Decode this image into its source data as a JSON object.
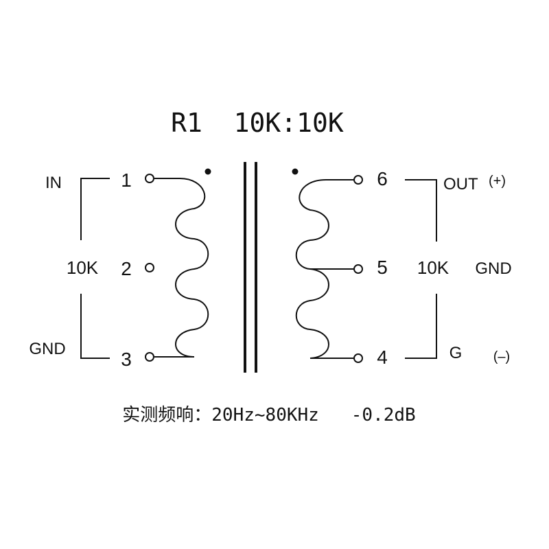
{
  "title": "R1  10K:10K",
  "primary": {
    "pins": [
      {
        "number": "1"
      },
      {
        "number": "2"
      },
      {
        "number": "3"
      }
    ],
    "labels": {
      "top": "IN",
      "mid": "10K",
      "bottom": "GND"
    }
  },
  "secondary": {
    "pins": [
      {
        "number": "6"
      },
      {
        "number": "5"
      },
      {
        "number": "4"
      }
    ],
    "labels": {
      "top": "OUT",
      "top_sign": "(+)",
      "mid_impedance": "10K",
      "mid": "GND",
      "bottom": "G",
      "bottom_sign": "(–)"
    }
  },
  "footer": "实测频响：20Hz~80KHz   -0.2dB",
  "colors": {
    "ink": "#111111",
    "background": "#ffffff"
  }
}
